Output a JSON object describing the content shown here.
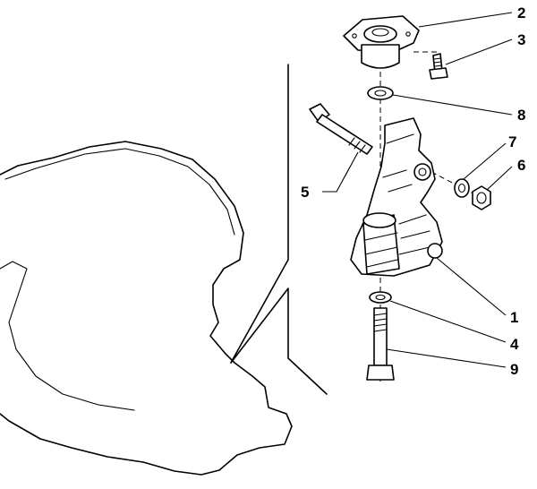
{
  "callouts": [
    {
      "id": "2",
      "label": "2",
      "part": "upper-mount"
    },
    {
      "id": "3",
      "label": "3",
      "part": "bolt-small"
    },
    {
      "id": "8",
      "label": "8",
      "part": "washer-top"
    },
    {
      "id": "7",
      "label": "7",
      "part": "washer-side"
    },
    {
      "id": "6",
      "label": "6",
      "part": "nut"
    },
    {
      "id": "5",
      "label": "5",
      "part": "long-bolt"
    },
    {
      "id": "1",
      "label": "1",
      "part": "engine-mount-bracket"
    },
    {
      "id": "4",
      "label": "4",
      "part": "lower-washer"
    },
    {
      "id": "9",
      "label": "9",
      "part": "lower-bolt"
    }
  ]
}
